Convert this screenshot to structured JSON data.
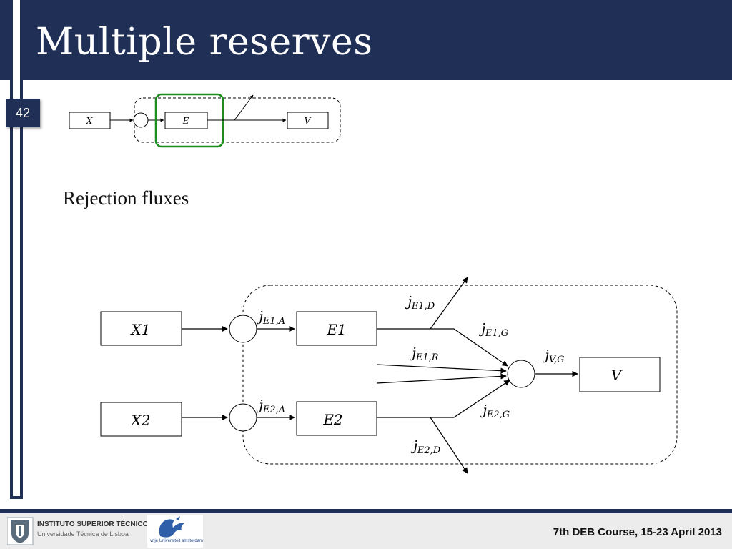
{
  "slide": {
    "title": "Multiple reserves",
    "page_number": "42",
    "subtitle": "Rejection fluxes",
    "footer": "7th DEB Course, 15-23 April 2013",
    "logos": {
      "ist_line1": "INSTITUTO SUPERIOR TÉCNICO",
      "ist_line2": "Universidade Técnica de Lisboa",
      "vu": "vrije Universiteit amsterdam"
    }
  },
  "colors": {
    "header": "#1f2f55",
    "highlight": "#1e8c1e"
  },
  "small_diagram": {
    "x": "X",
    "e": "E",
    "v": "V"
  },
  "big_diagram": {
    "x1": "X1",
    "x2": "X2",
    "e1": "E1",
    "e2": "E2",
    "v": "V",
    "fluxes": {
      "e1a": {
        "main": "j̇",
        "sub": "E1,A"
      },
      "e2a": {
        "main": "j̇",
        "sub": "E2,A"
      },
      "e1d": {
        "main": "j̇",
        "sub": "E1,D"
      },
      "e1g": {
        "main": "j̇",
        "sub": "E1,G"
      },
      "e1r": {
        "main": "j̇",
        "sub": "E1,R"
      },
      "vg": {
        "main": "j̇",
        "sub": "V,G"
      },
      "e2g": {
        "main": "j̇",
        "sub": "E2,G"
      },
      "e2d": {
        "main": "j̇",
        "sub": "E2,D"
      }
    }
  }
}
